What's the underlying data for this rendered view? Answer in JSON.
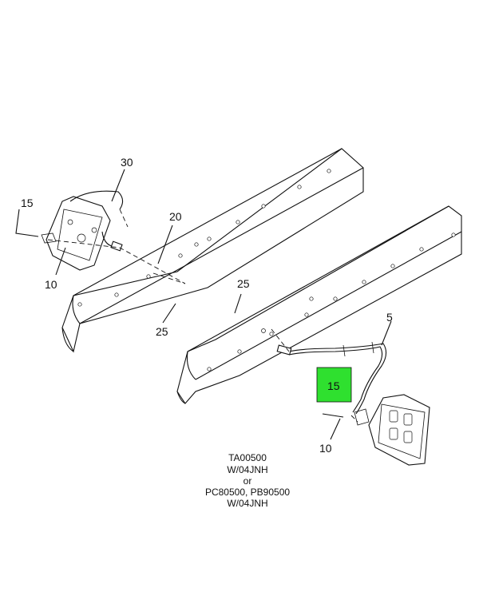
{
  "callouts": {
    "c30": "30",
    "c15_left": "15",
    "c20": "20",
    "c10_left": "10",
    "c25_upper": "25",
    "c25_lower": "25",
    "c5": "5",
    "c15_highlight": "15",
    "c10_right": "10"
  },
  "highlight_color": "#2fe02f",
  "caption": {
    "line1": "TA00500",
    "line2": "W/04JNH",
    "line3": "or",
    "line4": "PC80500, PB90500",
    "line5": "W/04JNH"
  }
}
